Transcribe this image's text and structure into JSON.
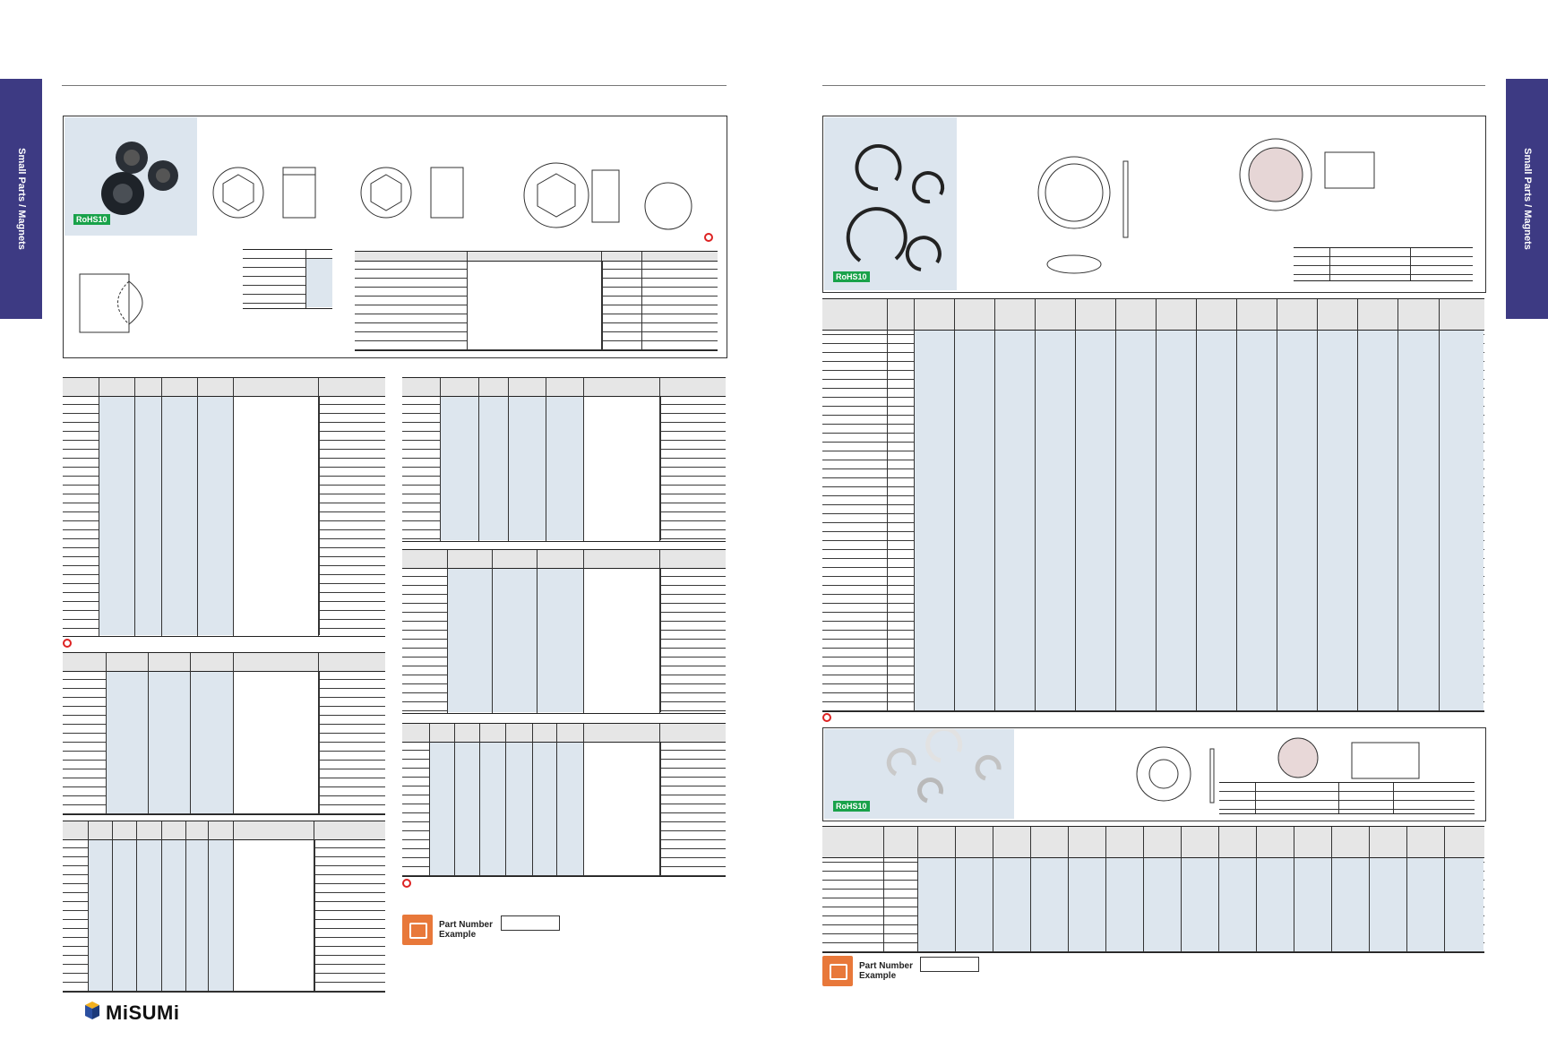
{
  "side_tab_label": "Small Parts / Magnets",
  "rohs_label": "RoHS10",
  "part_number_label_line1": "Part Number",
  "part_number_label_line2": "Example",
  "logo_text": "MiSUMi",
  "colors": {
    "tab": "#3d3a83",
    "rohs": "#19a24a",
    "table_blue": "#dde6ee",
    "accent_red": "#d22222",
    "part_number_icon": "#e8783a"
  }
}
